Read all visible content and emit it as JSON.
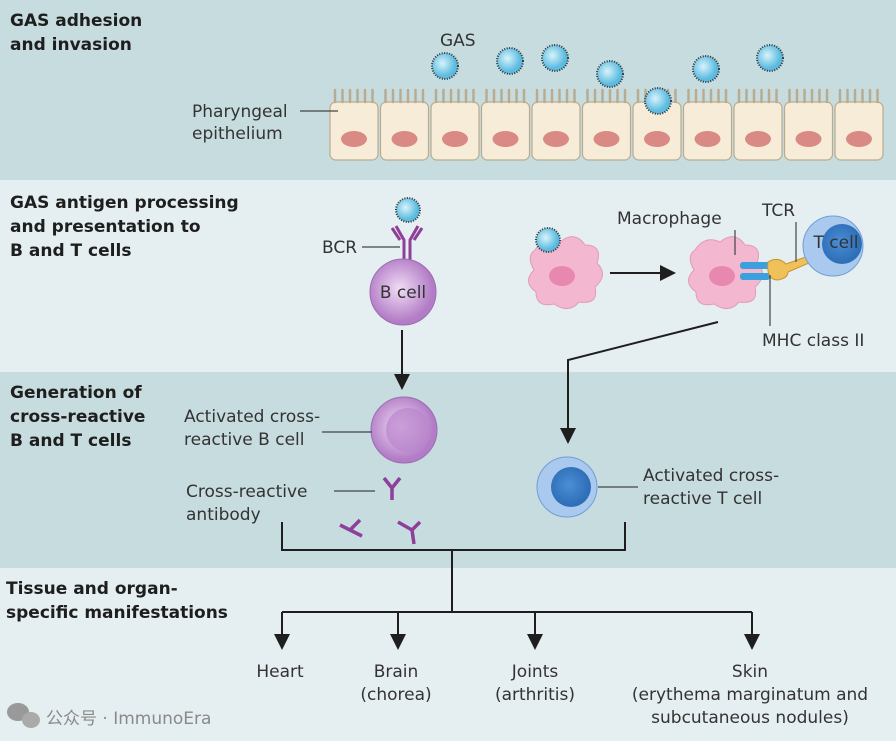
{
  "sections": [
    {
      "title_lines": [
        "GAS adhesion",
        "and invasion"
      ]
    },
    {
      "title_lines": [
        "GAS antigen processing",
        "and presentation to",
        "B and T cells"
      ]
    },
    {
      "title_lines": [
        "Generation of",
        "cross-reactive",
        "B and T cells"
      ]
    },
    {
      "title_lines": [
        "Tissue and organ-",
        "specific manifestations"
      ]
    }
  ],
  "labels": {
    "gas": "GAS",
    "pharyngeal": [
      "Pharyngeal",
      "epithelium"
    ],
    "bcr": "BCR",
    "b_cell": "B cell",
    "macrophage": "Macrophage",
    "tcr": "TCR",
    "t_cell": "T cell",
    "mhc": "MHC class II",
    "activated_b": [
      "Activated cross-",
      "reactive B cell"
    ],
    "antibody": [
      "Cross-reactive",
      "antibody"
    ],
    "activated_t": [
      "Activated cross-",
      "reactive T cell"
    ]
  },
  "manifestations": [
    {
      "lines": [
        "Heart"
      ]
    },
    {
      "lines": [
        "Brain",
        "(chorea)"
      ]
    },
    {
      "lines": [
        "Joints",
        "(arthritis)"
      ]
    },
    {
      "lines": [
        "Skin",
        "(erythema marginatum and",
        "subcutaneous nodules)"
      ]
    }
  ],
  "watermark": "公众号 · ImmunoEra",
  "colors": {
    "band_dark": "#c7dcdf",
    "band_light": "#e5eef0",
    "gas": "#8fd3ea",
    "b_cell": "#c99ad6",
    "t_cell": "#5b9bd8",
    "macrophage": "#f3b7d0",
    "nucleus": "#d98a84",
    "epithelium": "#f7ecd7",
    "antibody": "#8e3f9a"
  }
}
